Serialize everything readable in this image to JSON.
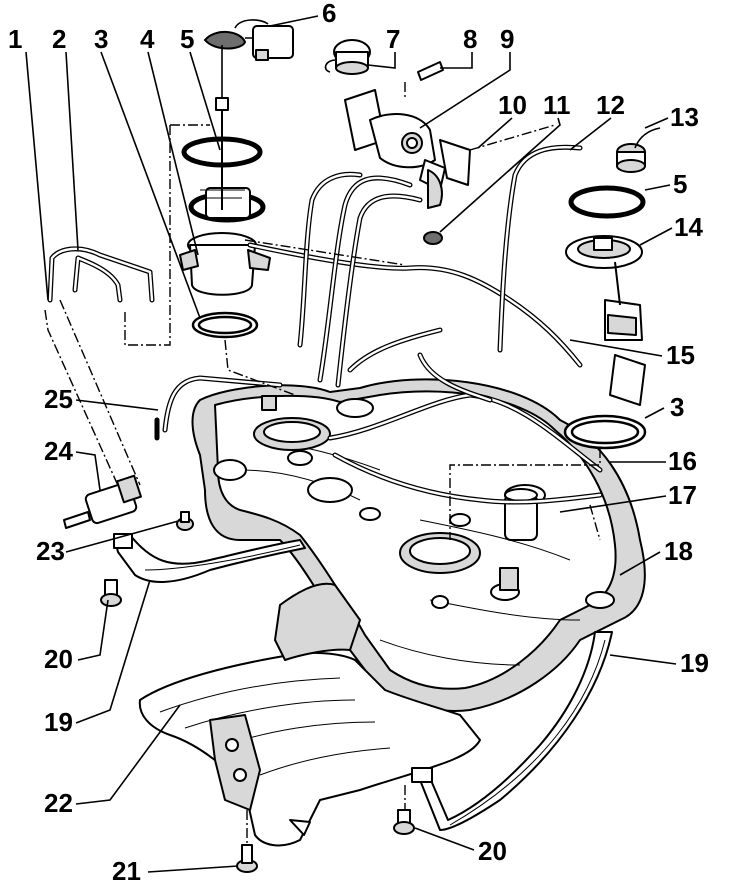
{
  "diagram": {
    "callouts": [
      "1",
      "2",
      "3",
      "4",
      "5",
      "6",
      "7",
      "8",
      "9",
      "10",
      "11",
      "12",
      "13",
      "5",
      "14",
      "15",
      "3",
      "16",
      "17",
      "18",
      "19",
      "25",
      "24",
      "23",
      "20",
      "19",
      "22",
      "21",
      "20"
    ]
  }
}
